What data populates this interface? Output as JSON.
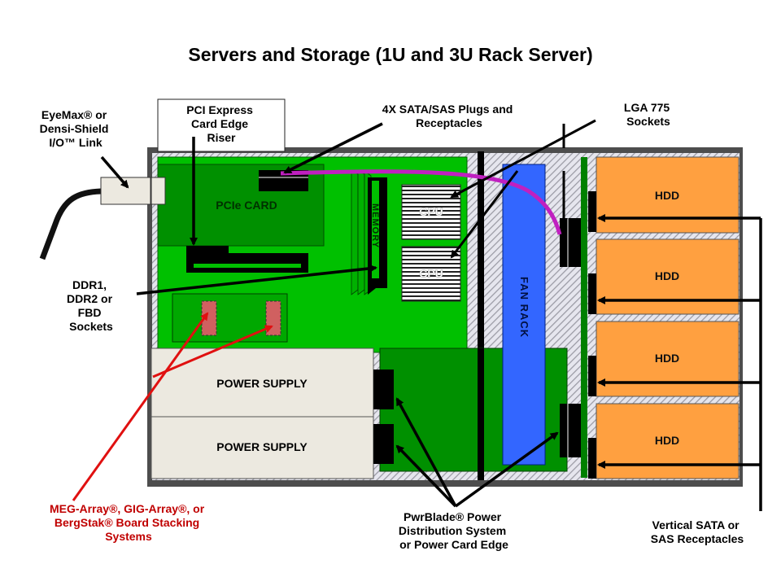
{
  "title": "Servers and Storage (1U and 3U Rack Server)",
  "colors": {
    "chassis": "#4d4d4d",
    "board_light": "#00c000",
    "board_dark": "#009000",
    "power_supply": "#ece9e0",
    "hdd": "#ffa040",
    "fan_rack": "#3366ff",
    "cable_purple": "#c020c0",
    "red_callout": "#e01010",
    "red_label": "#c00000",
    "socket_red": "#d06060"
  },
  "callouts": {
    "eyemax": [
      "EyeMax® or",
      "Densi-Shield",
      "I/O™ Link"
    ],
    "pci_riser": [
      "PCI Express",
      "Card Edge",
      "Riser"
    ],
    "sata_plugs": [
      "4X SATA/SAS Plugs and",
      "Receptacles"
    ],
    "lga": [
      "LGA 775",
      "Sockets"
    ],
    "ddr": [
      "DDR1,",
      "DDR2 or",
      "FBD",
      "Sockets"
    ],
    "meg_array": [
      "MEG-Array®, GIG-Array®, or",
      "BergStak® Board Stacking",
      "Systems"
    ],
    "pwrblade": [
      "PwrBlade® Power",
      "Distribution System",
      "or Power Card Edge"
    ],
    "vertical_sata": [
      "Vertical SATA or",
      "SAS Receptacles"
    ]
  },
  "components": {
    "pcie_card": "PCIe CARD",
    "memory": "MEMORY",
    "cpu1": "CPU",
    "cpu2": "CPU",
    "fan_rack": "FAN RACK",
    "power_supply_1": "POWER SUPPLY",
    "power_supply_2": "POWER SUPPLY",
    "hdd": [
      "HDD",
      "HDD",
      "HDD",
      "HDD"
    ]
  }
}
